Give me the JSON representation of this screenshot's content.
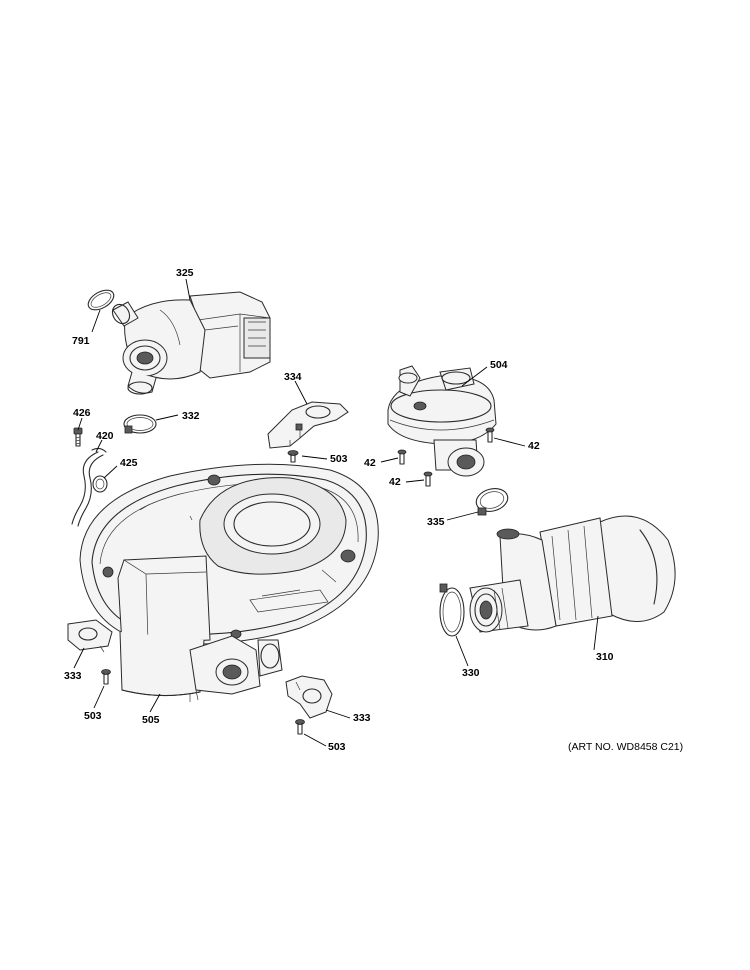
{
  "callouts": {
    "c325": "325",
    "c791": "791",
    "c334": "334",
    "c504": "504",
    "c426": "426",
    "c332": "332",
    "c420": "420",
    "c425": "425",
    "c503a": "503",
    "c42a": "42",
    "c42b": "42",
    "c42c": "42",
    "c335": "335",
    "c333a": "333",
    "c310": "310",
    "c330": "330",
    "c503b": "503",
    "c505": "505",
    "c333b": "333",
    "c503c": "503"
  },
  "art_number": "(ART NO. WD8458 C21)"
}
